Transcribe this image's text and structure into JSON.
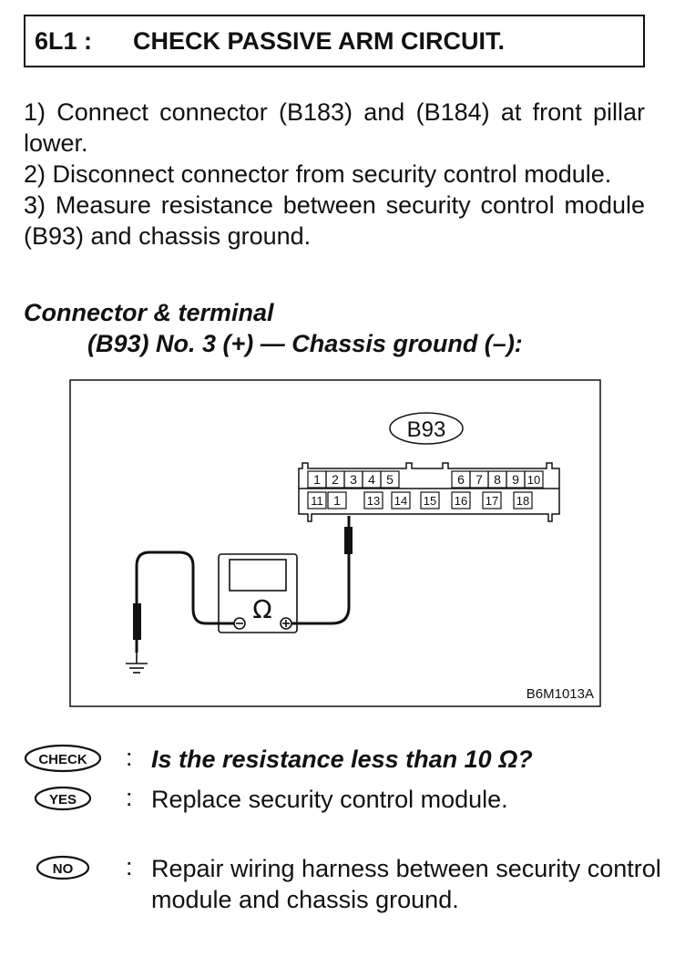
{
  "header": {
    "code": "6L1 :",
    "title": "CHECK PASSIVE ARM CIRCUIT."
  },
  "steps": [
    "1) Connect connector (B183) and (B184) at front pillar lower.",
    "2) Disconnect connector from security control module.",
    "3) Measure resistance between security control module (B93) and chassis ground."
  ],
  "connector_terminal": {
    "heading": "Connector & terminal",
    "spec": "(B93) No. 3 (+) — Chassis ground (–):"
  },
  "figure": {
    "connector_label": "B93",
    "pins_top": [
      "1",
      "2",
      "3",
      "4",
      "5",
      "6",
      "7",
      "8",
      "9",
      "10"
    ],
    "pins_bottom": [
      "11",
      "1",
      "13",
      "14",
      "15",
      "16",
      "17",
      "18"
    ],
    "meter_symbol": "Ω",
    "figure_id": "B6M1013A"
  },
  "qa": {
    "check_badge": "CHECK",
    "check_question": "Is the resistance less than 10 Ω?",
    "yes_badge": "YES",
    "yes_answer": "Replace security control module.",
    "no_badge": "NO",
    "no_answer": "Repair wiring harness between security control module and chassis ground."
  },
  "colon": ":"
}
